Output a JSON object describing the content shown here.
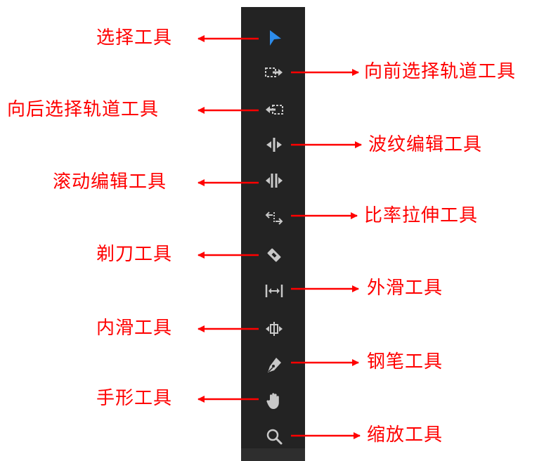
{
  "tools": [
    {
      "id": "selection",
      "label": "选择工具",
      "icon": "selection-arrow-icon",
      "side": "left",
      "active": true
    },
    {
      "id": "track-select-forward",
      "label": "向前选择轨道工具",
      "icon": "track-select-forward-icon",
      "side": "right"
    },
    {
      "id": "track-select-backward",
      "label": "向后选择轨道工具",
      "icon": "track-select-backward-icon",
      "side": "left"
    },
    {
      "id": "ripple-edit",
      "label": "波纹编辑工具",
      "icon": "ripple-edit-icon",
      "side": "right"
    },
    {
      "id": "rolling-edit",
      "label": "滚动编辑工具",
      "icon": "rolling-edit-icon",
      "side": "left"
    },
    {
      "id": "rate-stretch",
      "label": "比率拉伸工具",
      "icon": "rate-stretch-icon",
      "side": "right"
    },
    {
      "id": "razor",
      "label": "剃刀工具",
      "icon": "razor-icon",
      "side": "left"
    },
    {
      "id": "slip",
      "label": "外滑工具",
      "icon": "slip-icon",
      "side": "right"
    },
    {
      "id": "slide",
      "label": "内滑工具",
      "icon": "slide-icon",
      "side": "left"
    },
    {
      "id": "pen",
      "label": "钢笔工具",
      "icon": "pen-icon",
      "side": "right"
    },
    {
      "id": "hand",
      "label": "手形工具",
      "icon": "hand-icon",
      "side": "left"
    },
    {
      "id": "zoom",
      "label": "缩放工具",
      "icon": "zoom-icon",
      "side": "right"
    }
  ],
  "colors": {
    "toolbar_bg": "#232323",
    "icon": "#c8c8c8",
    "active_icon": "#2d8ceb",
    "annotation": "#ff0000"
  }
}
